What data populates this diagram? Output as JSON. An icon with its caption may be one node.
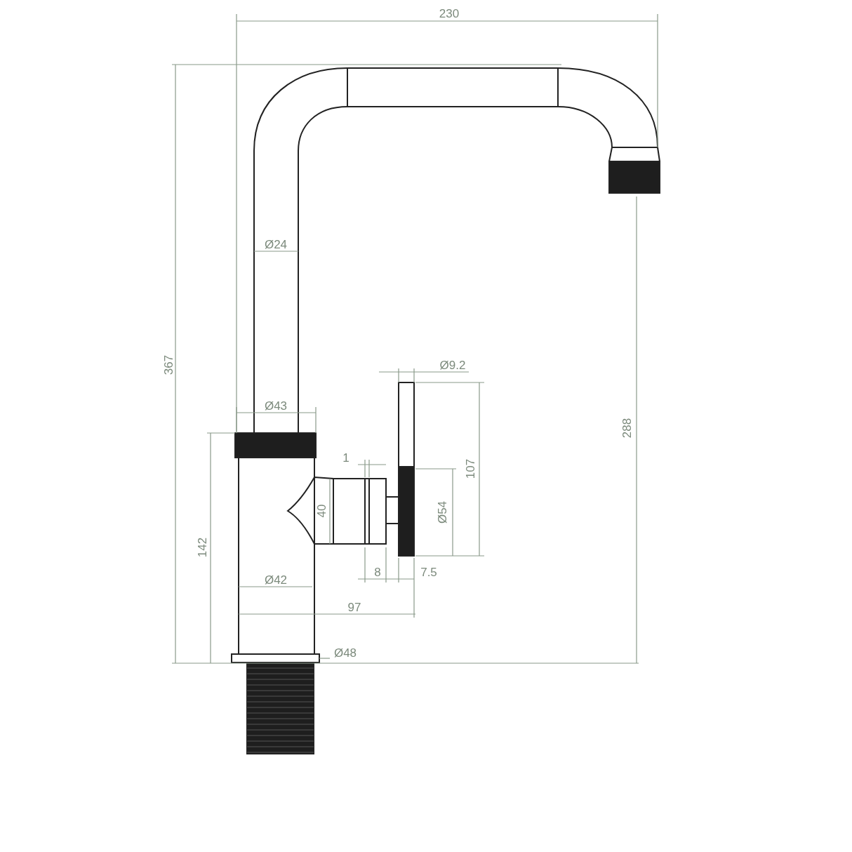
{
  "diagram": {
    "labels": [
      "230",
      "367",
      "Ø24",
      "Ø9.2",
      "288",
      "Ø43",
      "107",
      "1",
      "40",
      "Ø54",
      "142",
      "8",
      "7.5",
      "Ø42",
      "97",
      "Ø48"
    ]
  }
}
